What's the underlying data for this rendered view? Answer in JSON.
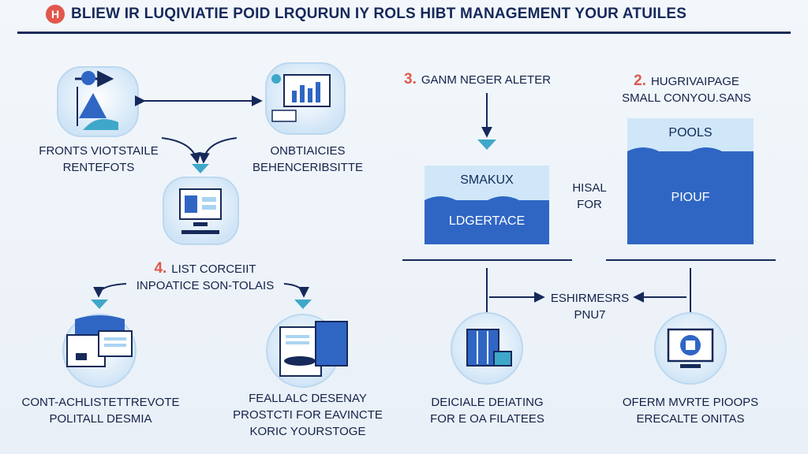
{
  "header": {
    "badge": "H",
    "title": "BLIEW IR LUQIVIATIE POID LRQURUN IY ROLS HIBT MANAGEMENT YOUR ATUILES"
  },
  "nodes": {
    "top_left": {
      "line1": "FRONTS VIOTSTAILE",
      "line2": "RENTEFOTS"
    },
    "top_center": {
      "line1": "ONBTIAICIES",
      "line2": "BEHENCERIBSITTE"
    },
    "mid_list": {
      "number": "4.",
      "line1": "LIST CORCEIIT",
      "line2": "INPOATICE SON-TOLAIS"
    },
    "bottom_left": {
      "line1": "CONT-ACHLISTETTREVOTE",
      "line2": "POLITALL DESMIA"
    },
    "bottom_center": {
      "line1": "FEALLALC DESENAY",
      "line2": "PROSTCTI FOR EAVINCTE",
      "line3": "KORIC YOURSTOGE"
    },
    "bottom_right_a": {
      "line1": "DEICIALE DEIATING",
      "line2": "FOR E OA FILATEES"
    },
    "bottom_right_b": {
      "line1": "OFERM MVRTE PIOOPS",
      "line2": "ERECALTE ONITAS"
    }
  },
  "right_panel": {
    "step3": {
      "number": "3.",
      "label": "GANM NEGER ALETER"
    },
    "step2": {
      "number": "2.",
      "line1": "HUGRIVAIPAGE",
      "line2": "SMALL CONYOU.SANS"
    },
    "tank_small": {
      "top": "SMAKUX",
      "bottom": "LDGERTACE"
    },
    "tank_large": {
      "top": "POOLS",
      "bottom": "PIOUF"
    },
    "middle_label": {
      "line1": "HISAL",
      "line2": "FOR"
    },
    "connector_label": {
      "line1": "ESHIRMESRS",
      "line2": "PNU7"
    }
  },
  "colors": {
    "navy": "#16295a",
    "blue": "#2f66c4",
    "light_blue": "#a9d4f2",
    "water_top": "#cfe7f8",
    "accent_red": "#e2574c",
    "teal": "#3fa7c9",
    "icon_bubble": "#dfeefa"
  }
}
